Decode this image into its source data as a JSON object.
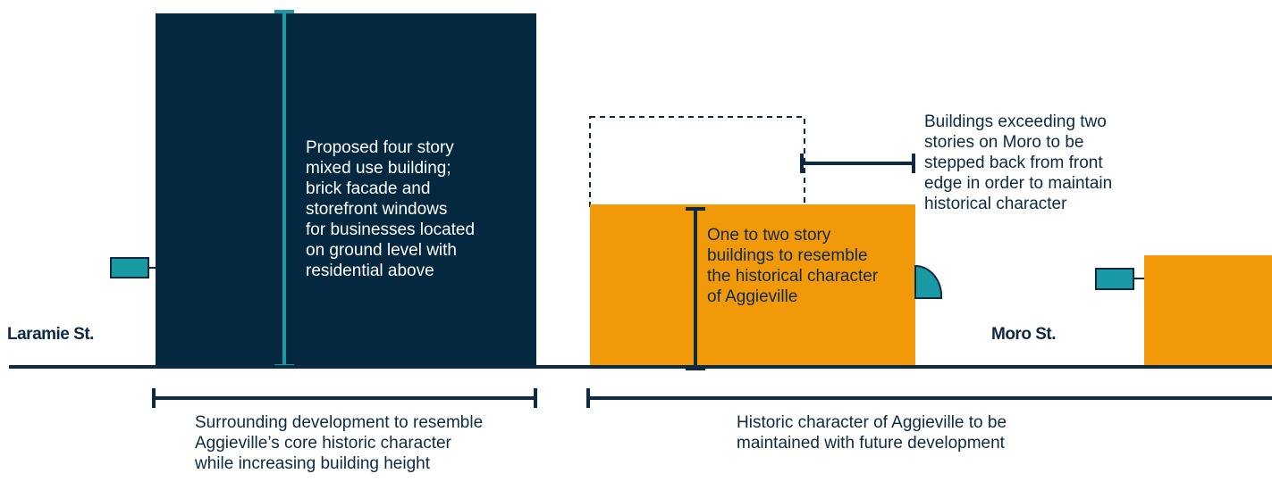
{
  "colors": {
    "navy": "#04283f",
    "orange": "#f2990a",
    "teal": "#1a9aa5",
    "line": "#0d2a40",
    "text": "#0d2a40"
  },
  "streets": {
    "left": "Laramie St.",
    "right": "Moro St."
  },
  "annotations": {
    "tall_building": "Proposed four story\nmixed use building;\nbrick facade and\nstorefront windows\nfor businesses located\non ground level with\nresidential above",
    "short_building": "One to two story\nbuildings to resemble\nthe historical character\nof Aggieville",
    "stepback": "Buildings exceeding two\nstories on Moro to be\nstepped back from front\nedge in order to maintain\nhistorical character"
  },
  "captions": {
    "left": "Surrounding development to resemble\nAggieville’s core historic character\nwhile increasing building height",
    "right": "Historic character of Aggieville to be\nmaintained with future development"
  },
  "icons": [
    "wall-lamp-icon",
    "awning-icon"
  ]
}
